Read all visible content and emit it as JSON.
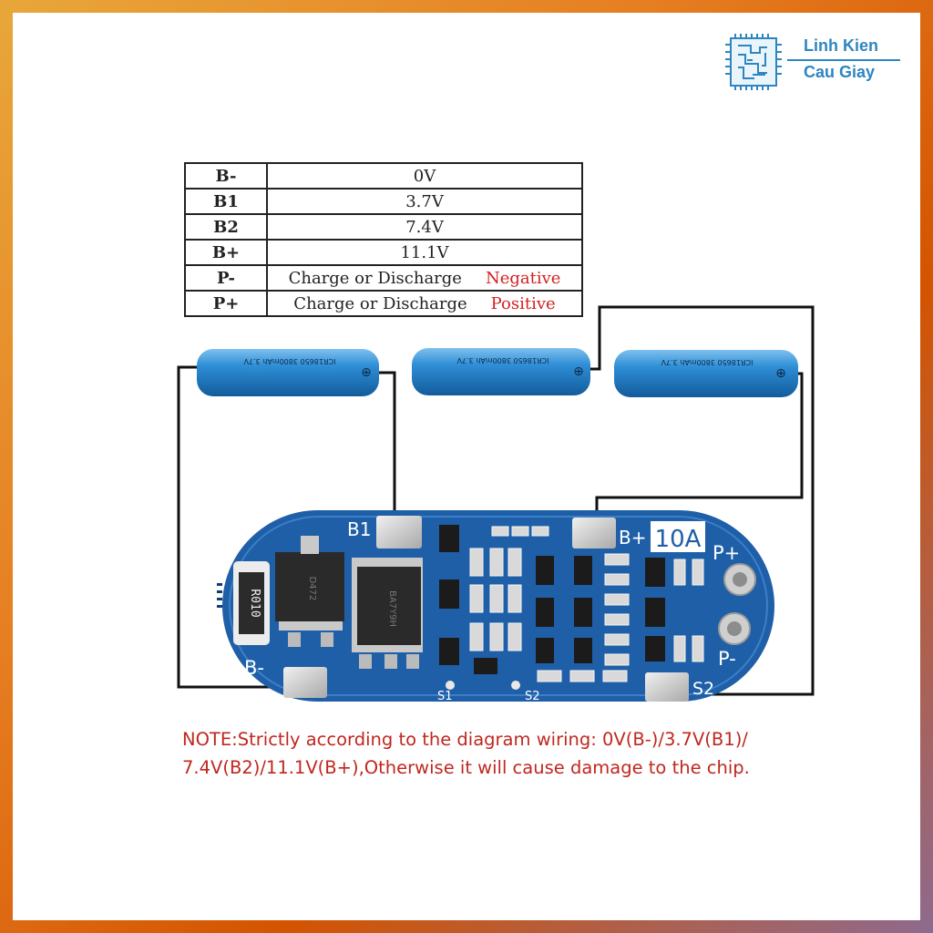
{
  "brand": {
    "line1": "Linh Kien",
    "line2": "Cau Giay",
    "logo_icon": "circuit-chip-icon",
    "color": "#2e86c1"
  },
  "pin_table": [
    {
      "pin": "B-",
      "value": "0V",
      "polarity": ""
    },
    {
      "pin": "B1",
      "value": "3.7V",
      "polarity": ""
    },
    {
      "pin": "B2",
      "value": "7.4V",
      "polarity": ""
    },
    {
      "pin": "B+",
      "value": "11.1V",
      "polarity": ""
    },
    {
      "pin": "P-",
      "value": "Charge or Discharge",
      "polarity": "Negative"
    },
    {
      "pin": "P+",
      "value": "Charge or Discharge",
      "polarity": "Positive"
    }
  ],
  "battery_label": "ICR18650 3800mAh 3.7V",
  "board": {
    "current_rating": "10A",
    "pads": [
      "B-",
      "B1",
      "B+",
      "P+",
      "P-",
      "S1",
      "S2",
      "S2"
    ],
    "resistor_marking": "R010",
    "mosfet_markings": [
      "BA7Y9H",
      "D472"
    ],
    "color": "#1f5fa8"
  },
  "note": {
    "line1": "NOTE:Strictly according to the diagram wiring: 0V(B-)/3.7V(B1)/",
    "line2": "7.4V(B2)/11.1V(B+),Otherwise it will cause damage to the chip.",
    "color": "#c0271f"
  }
}
